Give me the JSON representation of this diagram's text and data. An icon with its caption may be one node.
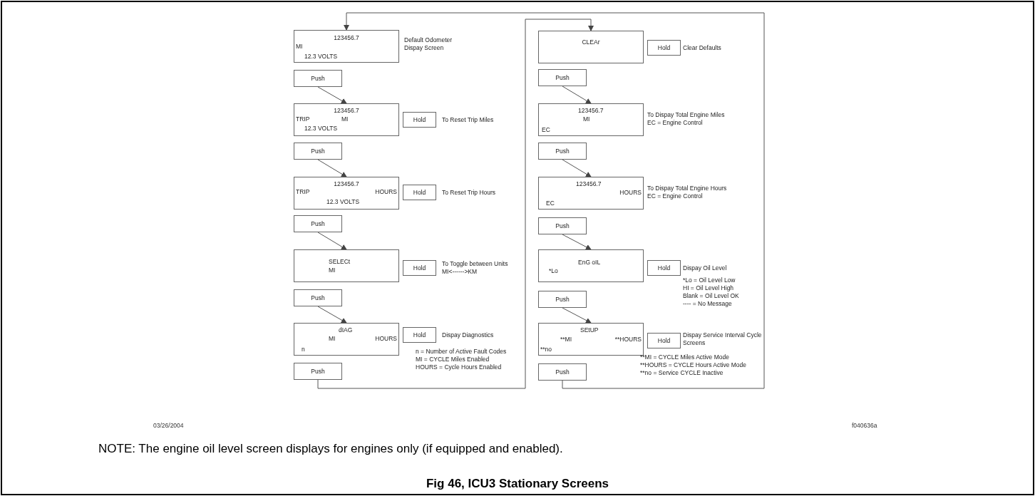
{
  "diagram": {
    "caption": "Fig 46, ICU3 Stationary Screens",
    "nodes": [
      {
        "text": [
          "123456.7",
          "MI",
          "12.3 VOLTS"
        ],
        "beside": [
          "Default Odometer Dispay Screen"
        ]
      },
      {
        "text": [
          "Push"
        ]
      },
      {
        "text": [
          "123456.7",
          "TRIP",
          "MI",
          "12.3 VOLTS"
        ]
      },
      {
        "text": [
          "Hold"
        ],
        "beside": [
          "To Reset Trip Miles"
        ]
      },
      {
        "text": [
          "Push"
        ]
      },
      {
        "text": [
          "123456.7",
          "TRIP",
          "HOURS",
          "12.3 VOLTS"
        ]
      },
      {
        "text": [
          "Hold"
        ],
        "beside": [
          "To Reset Trip Hours"
        ]
      },
      {
        "text": [
          "Push"
        ]
      },
      {
        "text": [
          "SELECt",
          "MI"
        ]
      },
      {
        "text": [
          "Hold"
        ],
        "beside": [
          "To Toggle between Units MI<------>KM"
        ]
      },
      {
        "text": [
          "Push"
        ]
      },
      {
        "text": [
          "dIAG",
          "MI",
          "HOURS",
          "n"
        ]
      },
      {
        "text": [
          "Hold"
        ],
        "beside": [
          "Dispay Diagnostics",
          "n = Number of Active Fault Codes",
          "MI = CYCLE Miles Enabled",
          "HOURS = Cycle Hours Enabled"
        ]
      },
      {
        "text": [
          "Push"
        ]
      },
      {
        "text": [
          "CLEAr"
        ]
      },
      {
        "text": [
          "Hold"
        ],
        "beside": [
          "Clear Defaults"
        ]
      },
      {
        "text": [
          "Push"
        ]
      },
      {
        "text": [
          "123456.7",
          "MI",
          "EC"
        ],
        "beside": [
          "To Dispay Total Engine Miles",
          "EC = Engine Control"
        ]
      },
      {
        "text": [
          "Push"
        ]
      },
      {
        "text": [
          "123456.7",
          "HOURS",
          "EC"
        ],
        "beside": [
          "To Dispay Total Engine Hours",
          "EC = Engine Control"
        ]
      },
      {
        "text": [
          "Push"
        ]
      },
      {
        "text": [
          "EnG oIL",
          "*Lo"
        ]
      },
      {
        "text": [
          "Hold"
        ],
        "beside": [
          "Dispay Oil Level",
          "*Lo = Oil Level Low",
          "HI = Oil Level High",
          "Blank = Oil Level OK",
          "---- = No Message"
        ]
      },
      {
        "text": [
          "Push"
        ]
      },
      {
        "text": [
          "SEtUP",
          "**MI",
          "**HOURS",
          "**no"
        ]
      },
      {
        "text": [
          "Hold"
        ],
        "beside": [
          "Dispay Service Interval Cycle Screens",
          "**MI = CYCLE Miles Active Mode",
          "**HOURS = CYCLE Hours Active Mode",
          "**no = Service CYCLE Inactive"
        ]
      },
      {
        "text": [
          "Push"
        ]
      }
    ],
    "edges": [
      {
        "from": 1,
        "to": 2,
        "arrow": "to"
      },
      {
        "from": 4,
        "to": 5,
        "arrow": "to"
      },
      {
        "from": 7,
        "to": 8,
        "arrow": "to"
      },
      {
        "from": 10,
        "to": 11,
        "arrow": "to"
      },
      {
        "from": 13,
        "to": 14,
        "arrow": "to"
      },
      {
        "from": 16,
        "to": 17,
        "arrow": "to"
      },
      {
        "from": 18,
        "to": 19,
        "arrow": "to"
      },
      {
        "from": 20,
        "to": 21,
        "arrow": "to"
      },
      {
        "from": 23,
        "to": 24,
        "arrow": "to"
      },
      {
        "from": 26,
        "to": 0,
        "arrow": "to"
      }
    ],
    "labels": [
      "03/26/2004",
      "f040636a",
      "NOTE:  The engine oil level screen displays for engines only (if equipped and enabled)."
    ]
  }
}
